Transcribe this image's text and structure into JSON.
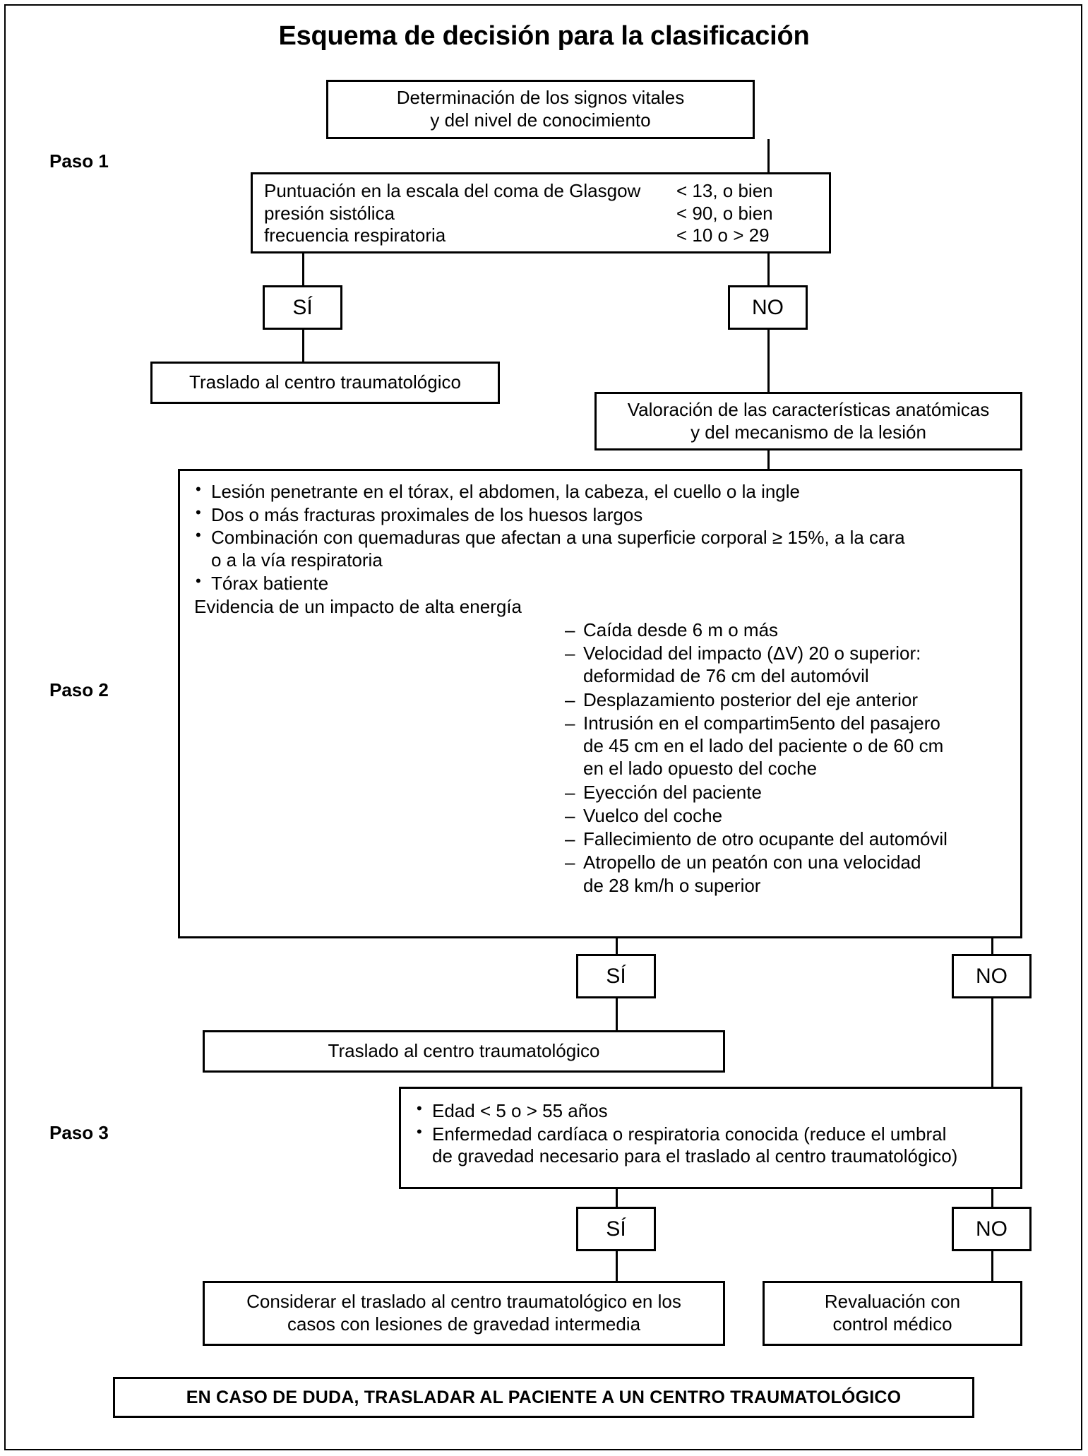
{
  "title": "Esquema de decisión para la clasificación",
  "steps": {
    "step1": "Paso 1",
    "step2": "Paso 2",
    "step3": "Paso 3"
  },
  "labels": {
    "si": "SÍ",
    "no": "NO"
  },
  "boxes": {
    "vitals": {
      "line1": "Determinación de los signos vitales",
      "line2": "y del nivel de conocimiento"
    },
    "glasgow": {
      "rows": [
        {
          "label": "Puntuación en la escala del coma de Glasgow",
          "value": "< 13, o bien"
        },
        {
          "label": "presión sistólica",
          "value": "< 90, o bien"
        },
        {
          "label": "frecuencia respiratoria",
          "value": "< 10 o > 29"
        }
      ]
    },
    "transfer1": "Traslado al centro traumatológico",
    "anatomic": {
      "line1": "Valoración de las características anatómicas",
      "line2": "y del mecanismo de la lesión"
    },
    "criteria2": {
      "bullets": [
        "Lesión penetrante en el tórax, el abdomen, la cabeza, el cuello o la ingle",
        "Dos o más fracturas proximales de los huesos largos",
        "Combinación con quemaduras que afectan a una superficie corporal ≥ 15%, a la cara",
        "Tórax batiente"
      ],
      "bullet3_cont": "o a la vía respiratoria",
      "energy_heading": "Evidencia de un impacto de alta energía",
      "dashes": [
        {
          "line1": "Caída desde 6 m o más"
        },
        {
          "line1": "Velocidad del impacto (ΔV) 20 o superior:",
          "line2": "deformidad de 76 cm del automóvil"
        },
        {
          "line1": "Desplazamiento posterior del eje anterior"
        },
        {
          "line1": "Intrusión en el compartim5ento del pasajero",
          "line2": "de 45 cm en el lado del paciente o de 60 cm",
          "line3": "en el lado opuesto del coche"
        },
        {
          "line1": "Eyección del paciente"
        },
        {
          "line1": "Vuelco del coche"
        },
        {
          "line1": "Fallecimiento de otro ocupante del automóvil"
        },
        {
          "line1": "Atropello de un peatón con una velocidad",
          "line2": "de 28 km/h o superior"
        }
      ]
    },
    "transfer2": "Traslado al centro traumatológico",
    "criteria3": {
      "bullet1": "Edad < 5 o > 55 años",
      "bullet2_line1": "Enfermedad cardíaca o respiratoria conocida (reduce el umbral",
      "bullet2_line2": "de gravedad necesario para el traslado al centro traumatológico)"
    },
    "consider": {
      "line1": "Considerar el traslado al centro traumatológico en los",
      "line2": "casos con lesiones de gravedad intermedia"
    },
    "reeval": {
      "line1": "Revaluación con",
      "line2": "control médico"
    },
    "banner": "EN CASO DE DUDA, TRASLADAR AL PACIENTE A UN CENTRO TRAUMATOLÓGICO"
  },
  "colors": {
    "stroke": "#000000",
    "background": "#ffffff"
  }
}
